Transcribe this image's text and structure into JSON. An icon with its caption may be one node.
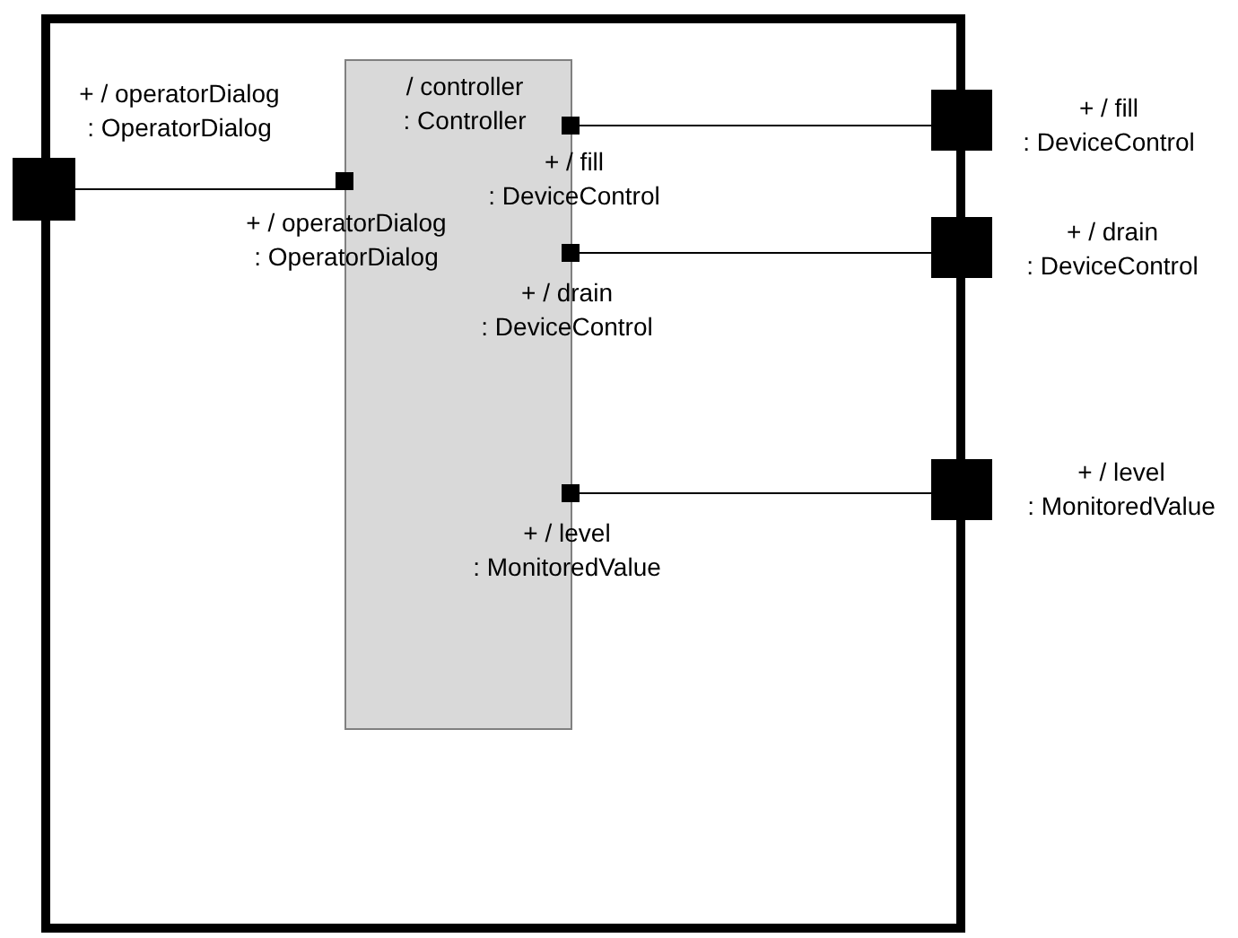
{
  "diagram": {
    "nodes": [
      {
        "text": [],
        "shape": "box"
      },
      {
        "text": [
          "/ controller : Controller"
        ],
        "in": 0
      },
      {
        "text": [],
        "shape": "box",
        "beside": [
          "+ / operatorDialog : OperatorDialog"
        ]
      },
      {
        "text": [],
        "shape": "box",
        "in": 0
      },
      {
        "text": [],
        "shape": "box",
        "in": 0
      },
      {
        "text": [],
        "shape": "box",
        "beside": [
          "+ / fill : DeviceControl"
        ]
      },
      {
        "text": [],
        "shape": "box",
        "in": 0
      },
      {
        "text": [],
        "shape": "box",
        "beside": [
          "+ / drain : DeviceControl"
        ]
      },
      {
        "text": [],
        "shape": "box",
        "in": 0
      },
      {
        "text": [],
        "shape": "box",
        "beside": [
          "+ / level : MonitoredValue"
        ]
      }
    ],
    "edges": [
      {
        "from": 2,
        "to": 3,
        "arrow": "none"
      },
      {
        "from": 4,
        "to": 5,
        "arrow": "none"
      },
      {
        "from": 6,
        "to": 7,
        "arrow": "none"
      },
      {
        "from": 8,
        "to": 9,
        "arrow": "none"
      }
    ],
    "labels": [
      "+ / fill : DeviceControl",
      "+ / operatorDialog : OperatorDialog",
      "+ / drain : DeviceControl",
      "+ / level : MonitoredValue"
    ]
  }
}
